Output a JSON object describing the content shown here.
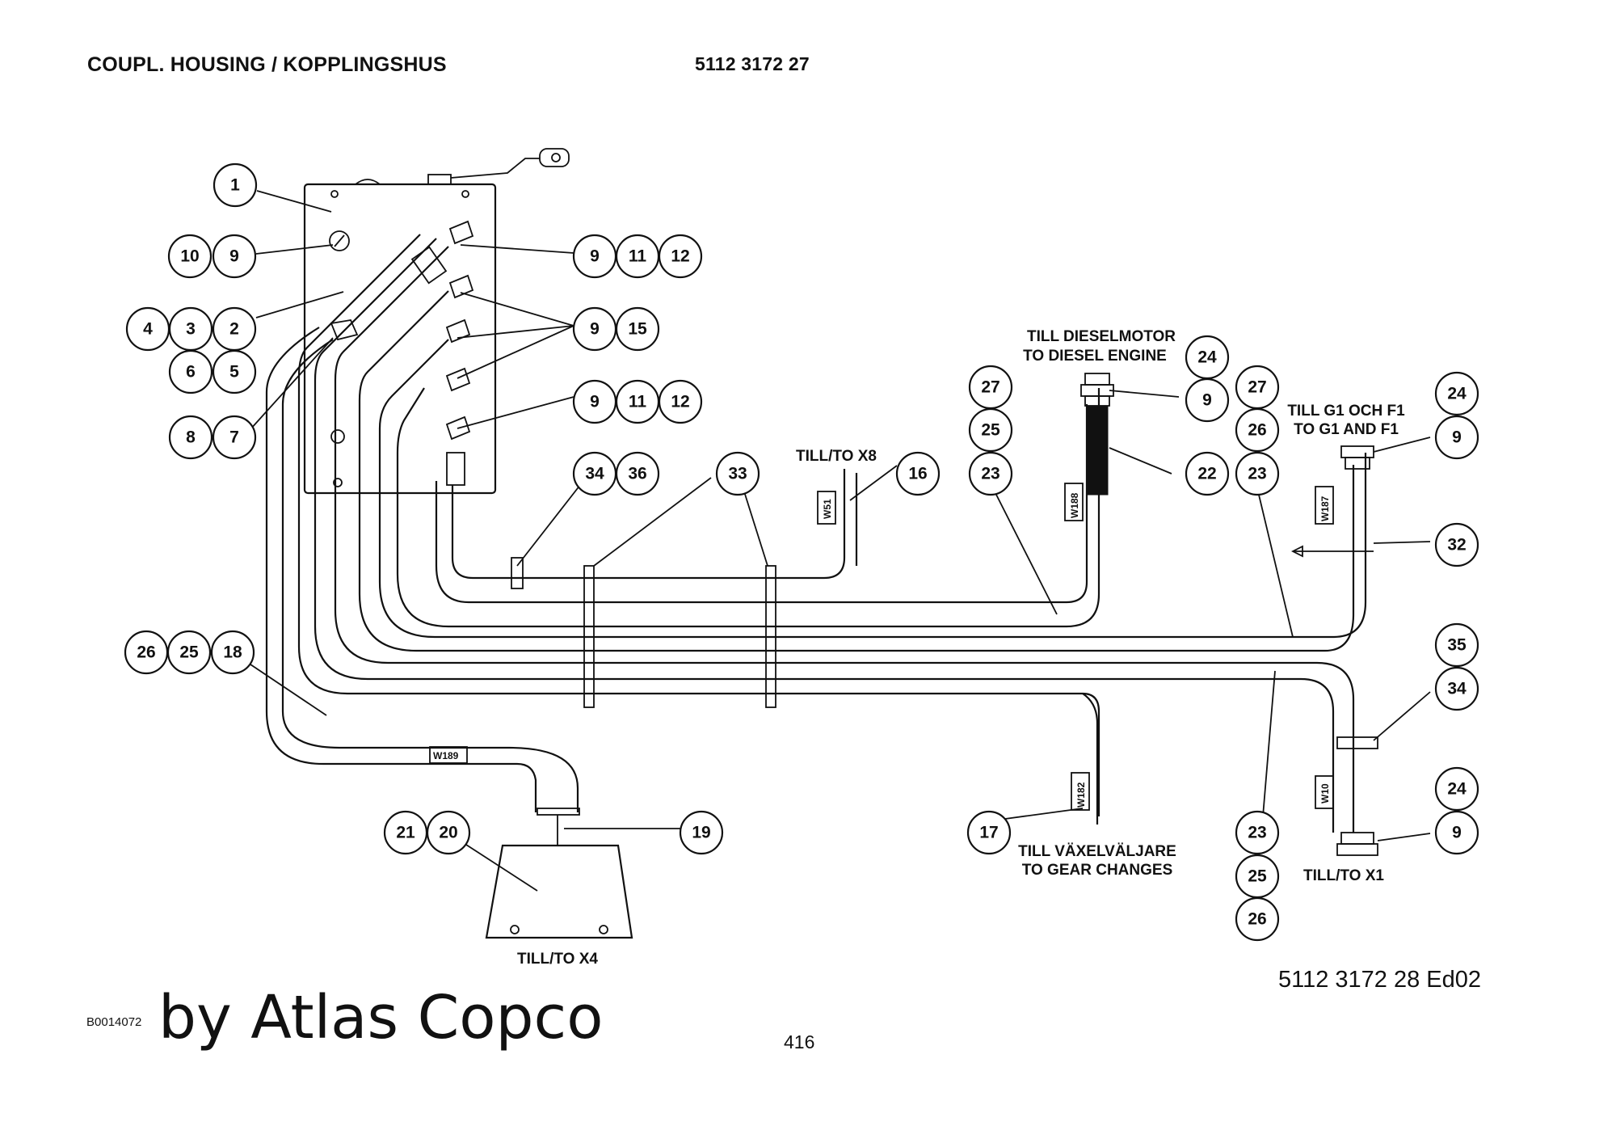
{
  "header": {
    "title": "COUPL. HOUSING / KOPPLINGSHUS",
    "part_number": "5112 3172 27"
  },
  "footer": {
    "doc_number": "5112 3172 28  Ed02",
    "image_id": "B0014072",
    "brand": "by Atlas Copco",
    "page": "416"
  },
  "labels": {
    "till_x8": "TILL/TO X8",
    "diesel_line1": "TILL DIESELMOTOR",
    "diesel_line2": "TO DIESEL ENGINE",
    "g1f1_line1": "TILL G1 OCH F1",
    "g1f1_line2": "TO G1 AND F1",
    "gear_line1": "TILL VÄXELVÄLJARE",
    "gear_line2": "TO GEAR CHANGES",
    "till_x1": "TILL/TO X1",
    "till_x4": "TILL/TO X4"
  },
  "wire_tags": {
    "w51": "W51",
    "w188": "W188",
    "w187": "W187",
    "w189": "W189",
    "w182": "W182",
    "w10": "W10"
  },
  "callouts": {
    "c1": "1",
    "c10": "10",
    "c9a": "9",
    "c9b": "9",
    "c11a": "11",
    "c12a": "12",
    "c4": "4",
    "c3": "3",
    "c2": "2",
    "c9c": "9",
    "c15": "15",
    "c6": "6",
    "c5": "5",
    "c9d": "9",
    "c11b": "11",
    "c12b": "12",
    "c8": "8",
    "c7": "7",
    "c34a": "34",
    "c36": "36",
    "c33": "33",
    "c16": "16",
    "c24a": "24",
    "c9e": "9",
    "c22": "22",
    "c27a": "27",
    "c25a": "25",
    "c23a": "23",
    "c27b": "27",
    "c26a": "26",
    "c23b": "23",
    "c24b": "24",
    "c9f": "9",
    "c32": "32",
    "c26b": "26",
    "c25b": "25",
    "c18": "18",
    "c35": "35",
    "c34b": "34",
    "c24c": "24",
    "c9g": "9",
    "c21": "21",
    "c20": "20",
    "c19": "19",
    "c17": "17",
    "c23c": "23",
    "c25c": "25",
    "c26c": "26"
  }
}
